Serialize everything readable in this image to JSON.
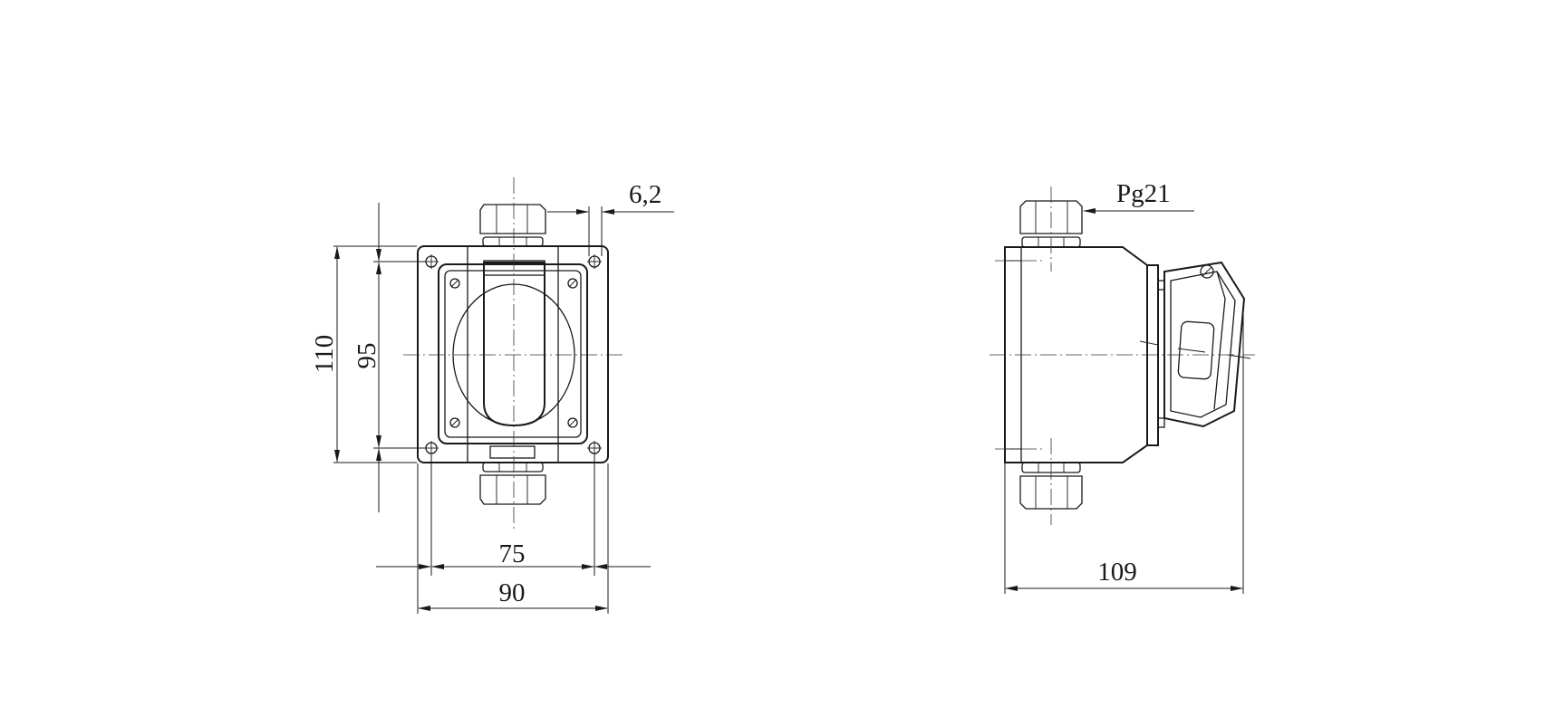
{
  "drawing": {
    "front_view": {
      "dim_height_outer": "110",
      "dim_height_holes": "95",
      "dim_width_holes": "75",
      "dim_width_outer": "90",
      "dim_hole": "6,2"
    },
    "side_view": {
      "dim_depth": "109",
      "gland_label": "Pg21"
    }
  }
}
